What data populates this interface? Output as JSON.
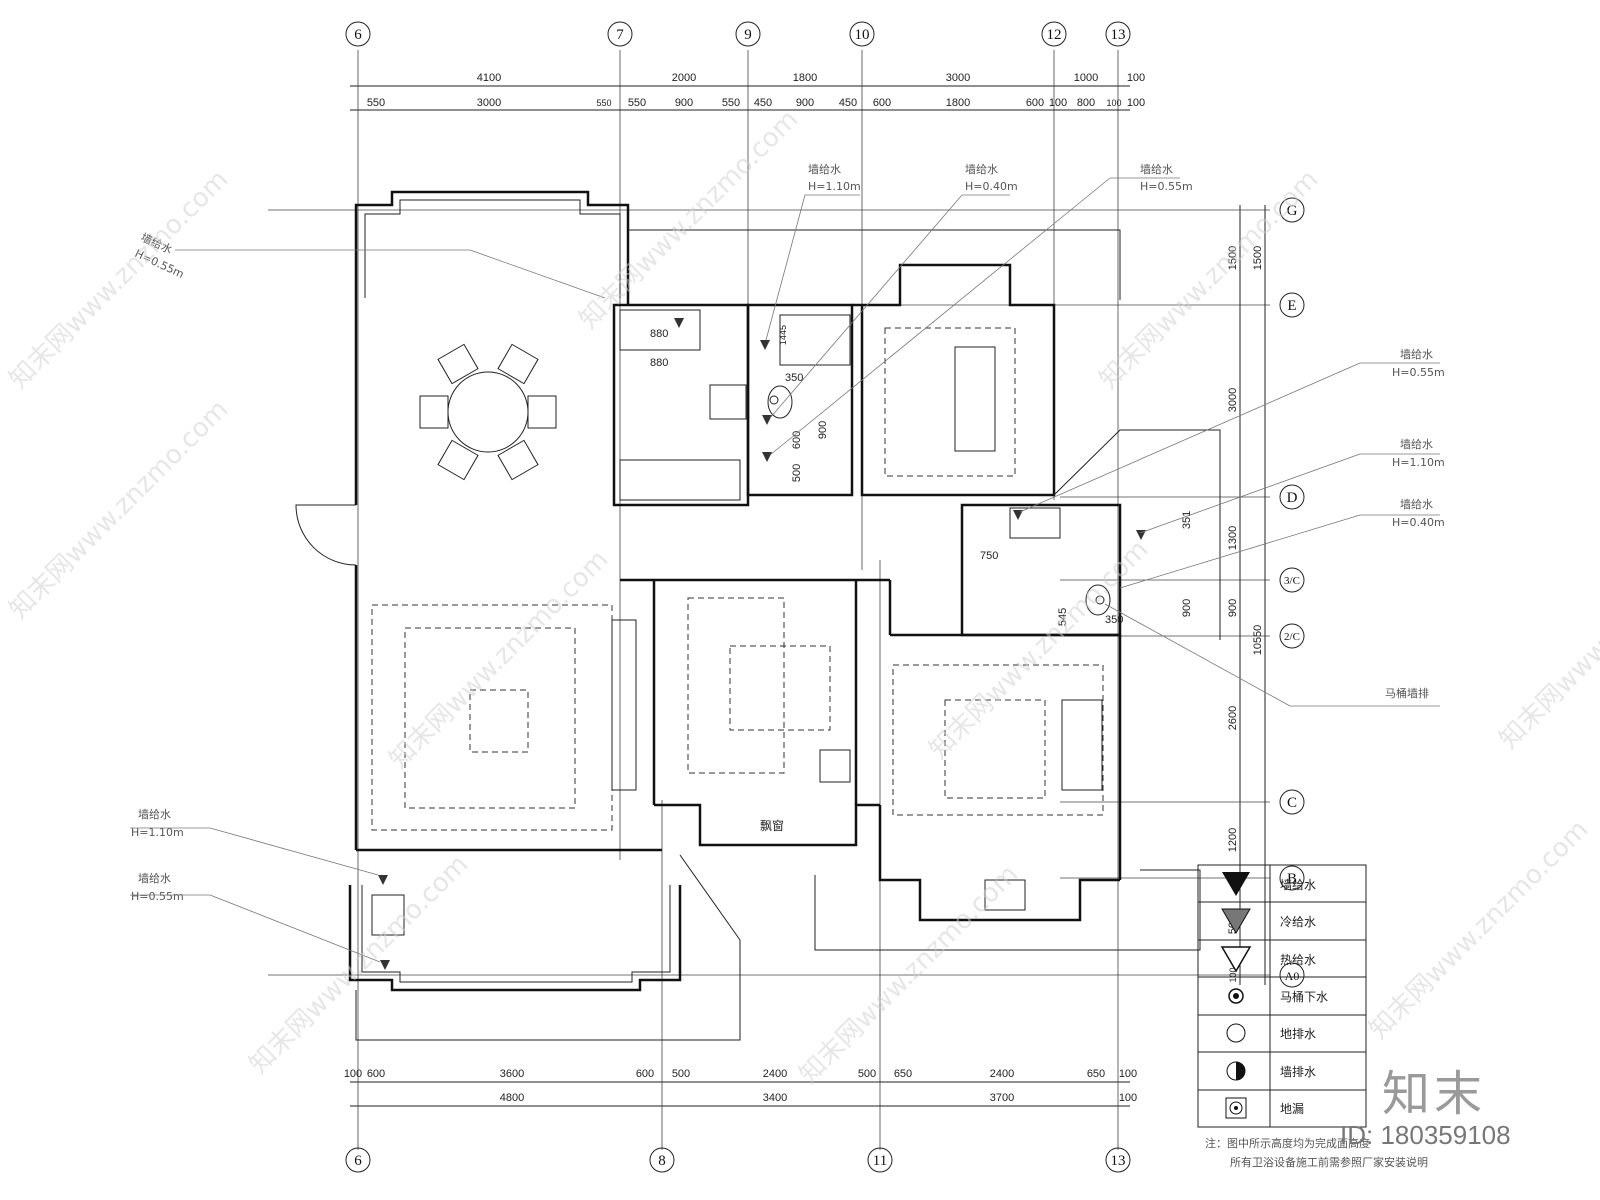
{
  "grid": {
    "top_axes": [
      "6",
      "7",
      "9",
      "10",
      "12",
      "13"
    ],
    "bottom_axes": [
      "6",
      "8",
      "11",
      "13"
    ],
    "right_axes": [
      "G",
      "E",
      "D",
      "3/C",
      "2/C",
      "C",
      "B",
      "A0"
    ]
  },
  "dimensions": {
    "top_total": [
      "4100",
      "2000",
      "1800",
      "3000",
      "1000",
      "100"
    ],
    "top_detail": [
      "550",
      "3000",
      "550",
      "550",
      "900",
      "550",
      "450",
      "900",
      "450",
      "600",
      "1800",
      "600",
      "100",
      "800",
      "100",
      "100"
    ],
    "bottom_detail": [
      "100",
      "600",
      "3600",
      "600",
      "500",
      "2400",
      "500",
      "650",
      "2400",
      "650",
      "100"
    ],
    "bottom_total": [
      "4800",
      "3400",
      "3700",
      "100"
    ],
    "right_detail": [
      "1500",
      "3000",
      "1300",
      "900",
      "2600",
      "1200",
      "500",
      "100"
    ],
    "right_total": [
      "1500",
      "10550"
    ]
  },
  "annotations": {
    "wall_water": "墙给水",
    "h_110": "H=1.10m",
    "h_040": "H=0.40m",
    "h_055": "H=0.55m",
    "toilet_drain": "马桶墙排",
    "bay_window": "飘窗",
    "d880a": "880",
    "d880b": "880",
    "d350a": "350",
    "d350b": "350",
    "d600": "600",
    "d500": "500",
    "d900a": "900",
    "d900b": "900",
    "d750": "750",
    "d545": "545",
    "d351": "351",
    "d1445": "1445"
  },
  "legend": {
    "items": [
      {
        "icon": "wall-supply-triangle-icon",
        "label": "墙给水"
      },
      {
        "icon": "cold-supply-triangle-icon",
        "label": "冷给水"
      },
      {
        "icon": "hot-supply-triangle-icon",
        "label": "热给水"
      },
      {
        "icon": "toilet-drain-icon",
        "label": "马桶下水"
      },
      {
        "icon": "floor-drain-circle-icon",
        "label": "地排水"
      },
      {
        "icon": "wall-drain-halfcircle-icon",
        "label": "墙排水"
      },
      {
        "icon": "floor-leak-icon",
        "label": "地漏"
      }
    ]
  },
  "notes": {
    "line1": "注：图中所示高度均为完成面高度",
    "line2": "所有卫浴设备施工前需参照厂家安装说明"
  },
  "watermark": {
    "text": "知末网www.znzmo.com",
    "logo": "知末",
    "id": "ID: 180359108"
  }
}
